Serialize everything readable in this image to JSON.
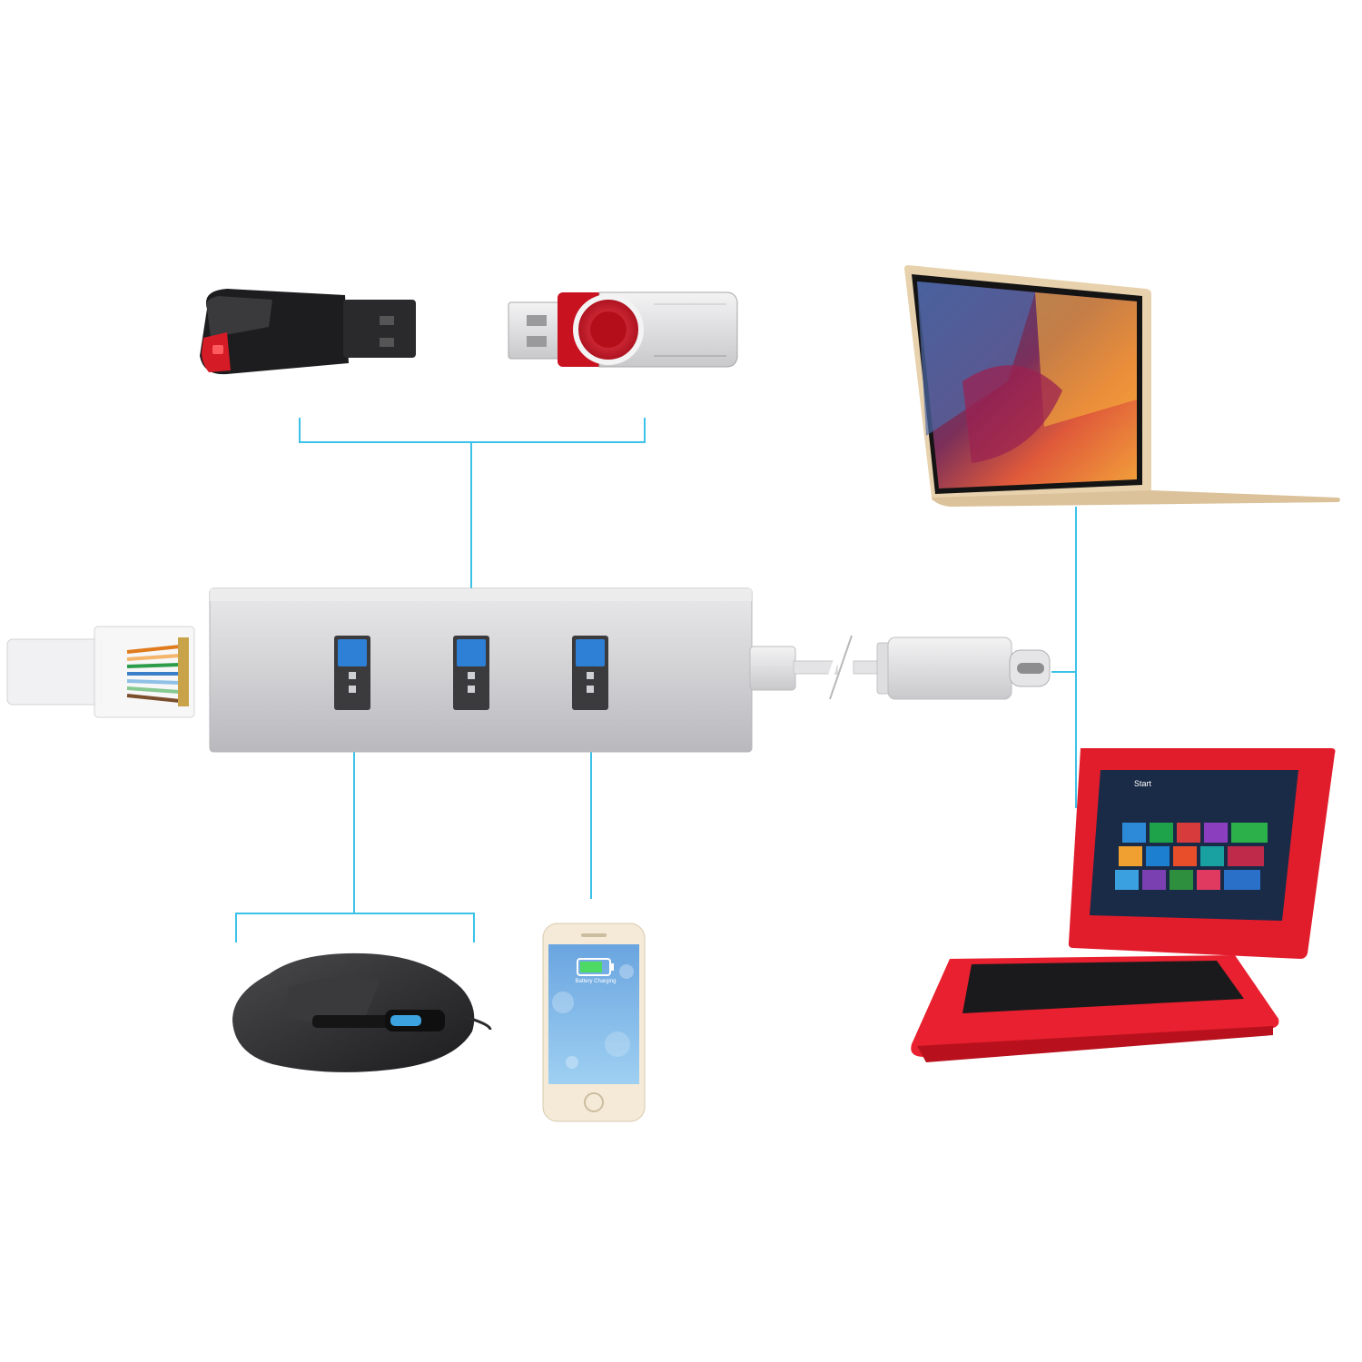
{
  "diagram": {
    "phone_screen_text": "Battery Charging",
    "tablet_screen_text": "Start",
    "colors": {
      "connector_line": "#3cc2e8",
      "hub_body": "#d6d6d8",
      "usb_port_blue": "#2e7fd6",
      "flash_drive_red": "#d7182a",
      "tablet_red": "#e11d2c",
      "laptop_gold": "#e8d2ad",
      "mouse_dark": "#2c2c2e"
    },
    "devices": [
      "usb-flash-drive-black",
      "usb-flash-drive-red-swivel",
      "laptop-gold",
      "usb-c-hub",
      "ethernet-rj45-plug",
      "usb-c-plug",
      "gaming-mouse",
      "smartphone",
      "red-2-in-1-tablet"
    ]
  }
}
